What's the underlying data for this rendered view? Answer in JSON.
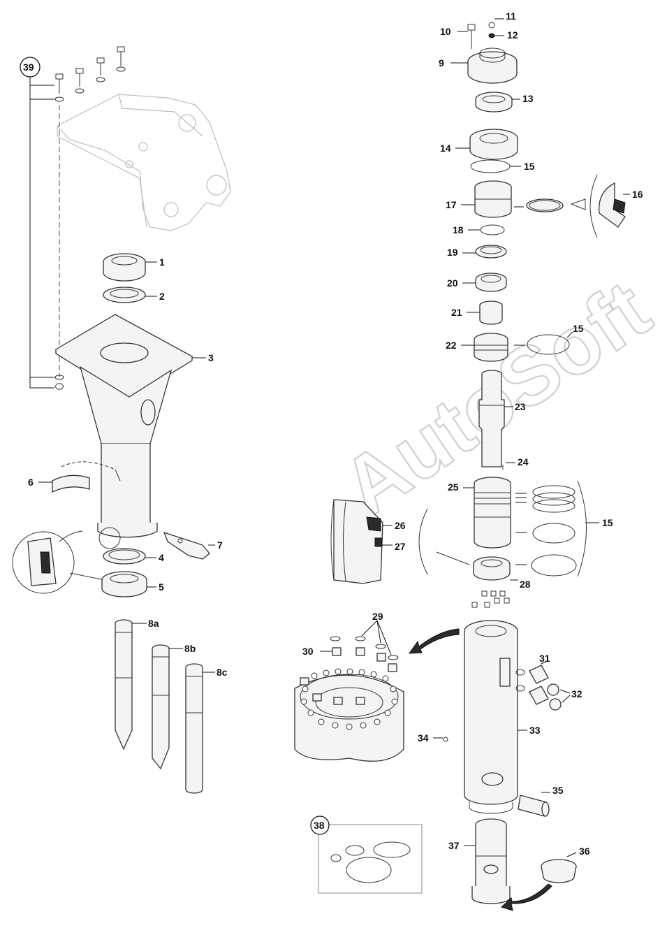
{
  "watermark": "AutoSoft",
  "colors": {
    "line": "#333333",
    "ghost": "#bdbdbd",
    "watermark": "#cfcfcf",
    "background": "#ffffff"
  },
  "callouts": {
    "c1": "1",
    "c2": "2",
    "c3": "3",
    "c4": "4",
    "c5": "5",
    "c6": "6",
    "c7": "7",
    "c8a": "8a",
    "c8b": "8b",
    "c8c": "8c",
    "c9": "9",
    "c10": "10",
    "c11": "11",
    "c12": "12",
    "c13": "13",
    "c14": "14",
    "c15a": "15",
    "c15b": "15",
    "c15c": "15",
    "c16": "16",
    "c17": "17",
    "c18": "18",
    "c19": "19",
    "c20": "20",
    "c21": "21",
    "c22": "22",
    "c23": "23",
    "c24": "24",
    "c25": "25",
    "c26": "26",
    "c27": "27",
    "c28": "28",
    "c29": "29",
    "c30": "30",
    "c31": "31",
    "c32": "32",
    "c33": "33",
    "c34": "34",
    "c35": "35",
    "c36": "36",
    "c37": "37",
    "c38": "38",
    "c39": "39"
  }
}
